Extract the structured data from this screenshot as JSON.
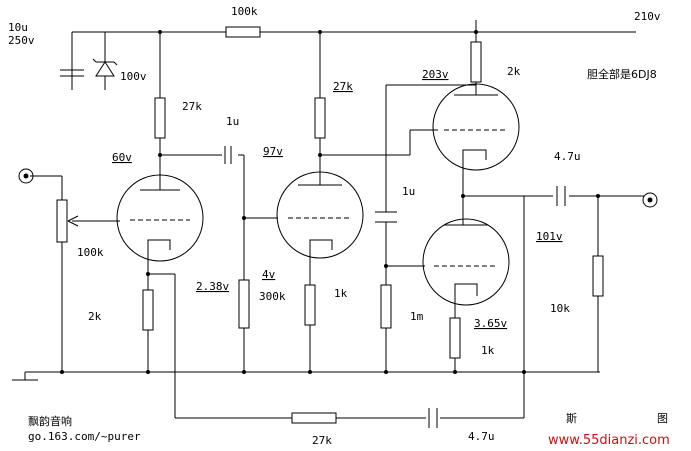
{
  "labels": {
    "supply_cap": "10u",
    "supply_cap_voltage": "250v",
    "zener": "100v",
    "r_series": "100k",
    "b_plus": "210v",
    "r1_plate": "27k",
    "v1_plate": "60v",
    "c1": "1u",
    "v2_plate_v": "97v",
    "r2_plate": "27k",
    "v3_plate_v": "203v",
    "r3_plate": "2k",
    "tube_note": "胆全部是6DJ8",
    "pot": "100k",
    "r1_cathode": "2k",
    "v2_cathode_v": "2.38v",
    "v2_grid_node": "4v",
    "r_grid": "300k",
    "r2_cathode": "1k",
    "c2": "1u",
    "r_bias": "1m",
    "v4_cathode_v": "3.65v",
    "r4_cathode": "1k",
    "c_out": "4.7u",
    "v_out_node": "101v",
    "r_load": "10k",
    "r_fb": "27k",
    "c_fb": "4.7u",
    "author_name": "飘韵音响",
    "author_url": "go.163.com/~purer",
    "title_partial_left": "斯",
    "title_partial_right": "图",
    "watermark": "www.55dianzi.com"
  }
}
